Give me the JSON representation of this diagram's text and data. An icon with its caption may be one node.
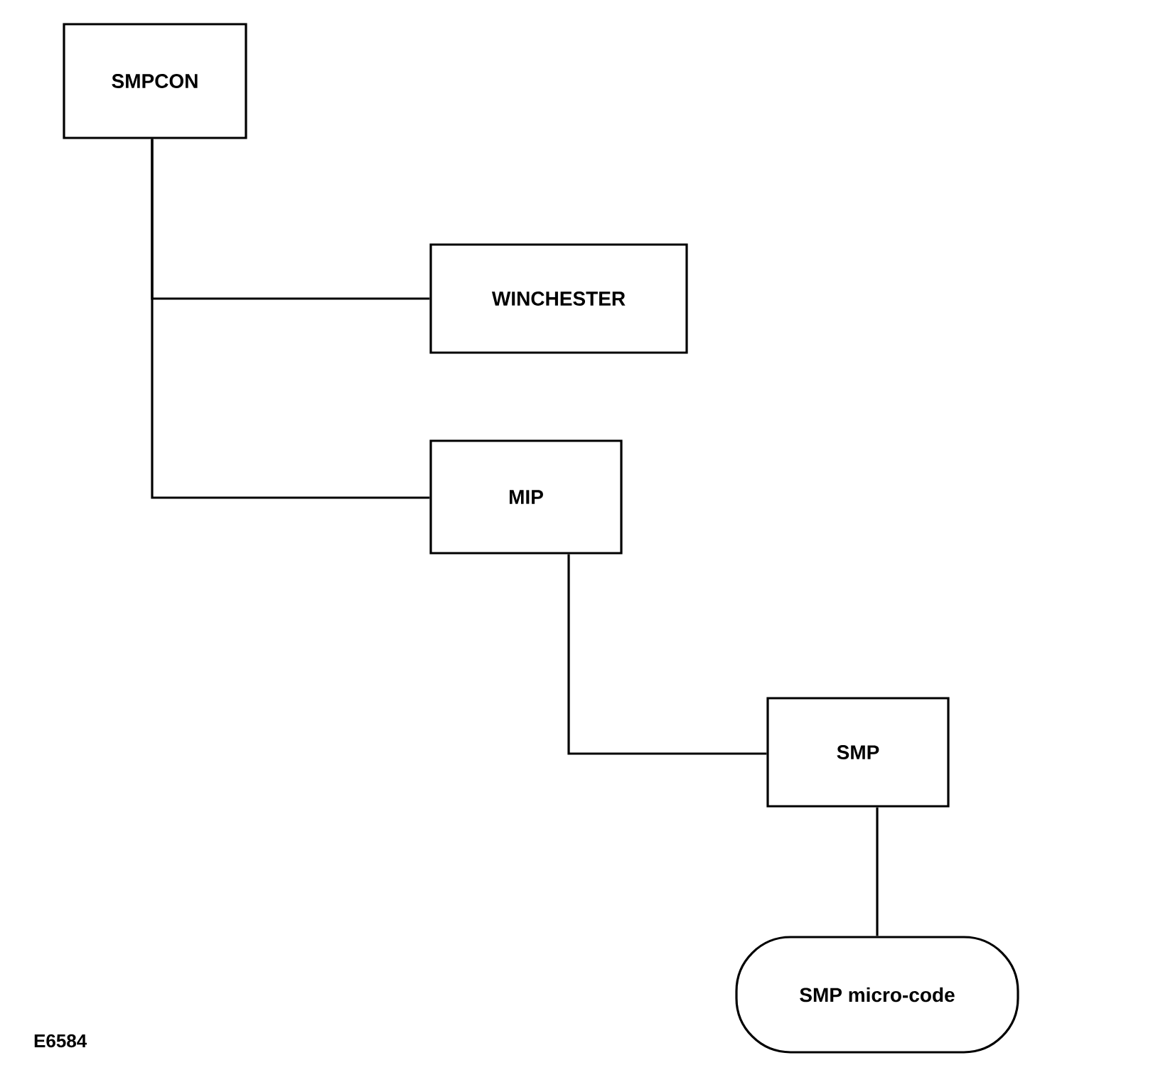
{
  "diagram": {
    "nodes": [
      {
        "text": [
          "SMPCON"
        ]
      },
      {
        "text": [
          "WINCHESTER"
        ]
      },
      {
        "text": [
          "MIP"
        ]
      },
      {
        "text": [
          "SMP"
        ]
      },
      {
        "text": [
          "SMP micro-code"
        ]
      }
    ],
    "edges": [
      {
        "from": 0,
        "to": 1,
        "arrow": "none"
      },
      {
        "from": 0,
        "to": 2,
        "arrow": "none"
      },
      {
        "from": 2,
        "to": 3,
        "arrow": "none"
      },
      {
        "from": 3,
        "to": 4,
        "arrow": "none"
      }
    ],
    "labels": [
      "E6584"
    ]
  }
}
